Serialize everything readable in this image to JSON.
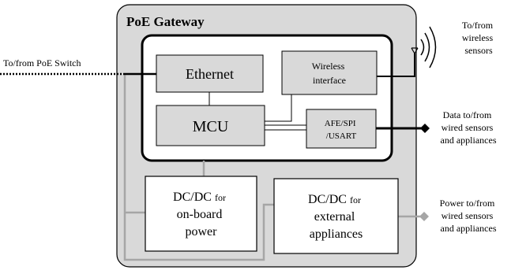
{
  "diagram": {
    "title": "PoE Gateway",
    "blocks": {
      "ethernet": "Ethernet",
      "wireless": [
        "Wireless",
        "interface"
      ],
      "mcu": "MCU",
      "afe": [
        "AFE/SPI",
        "/USART"
      ],
      "dcdc_onboard": [
        "DC/DC",
        "for",
        "on-board",
        "power"
      ],
      "dcdc_external": [
        "DC/DC",
        "for",
        "external",
        "appliances"
      ]
    },
    "external_labels": {
      "poe_switch": "To/from PoE Switch",
      "wireless_sensors": [
        "To/from",
        "wireless",
        "sensors"
      ],
      "data_wired": [
        "Data to/from",
        "wired sensors",
        "and appliances"
      ],
      "power_wired": [
        "Power to/from",
        "wired sensors",
        "and appliances"
      ]
    },
    "colors": {
      "gateway_fill": "#d9d9d9",
      "block_fill": "#d9d9d9",
      "panel_fill": "#ffffff",
      "power_line": "#a6a6a6",
      "data_line": "#000000"
    }
  }
}
